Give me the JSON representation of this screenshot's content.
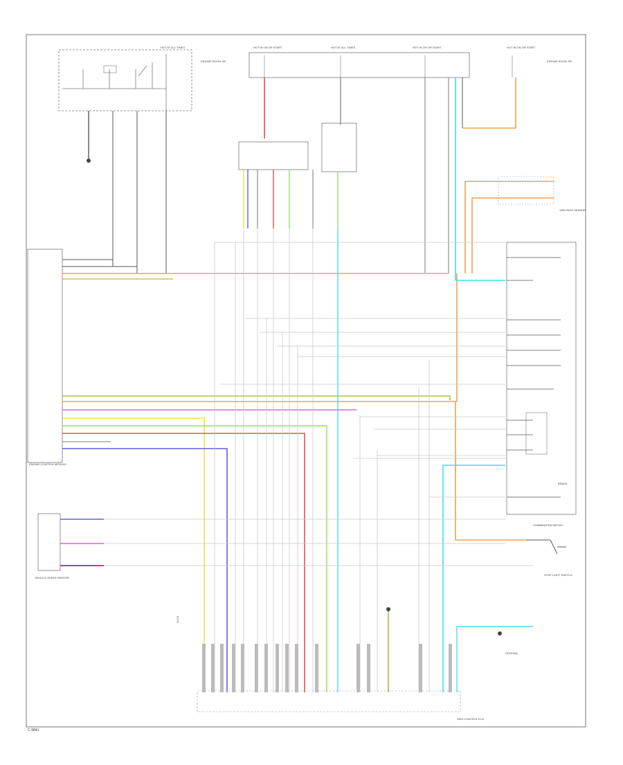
{
  "diagram": {
    "page_code": "C-9841",
    "wire_colors": {
      "orange": "#f0a050",
      "cyan": "#40e0e8",
      "yellow": "#e8e840",
      "green": "#90e060",
      "red": "#e05050",
      "blue": "#6060e0",
      "magenta": "#e060e0",
      "olive": "#b0c040",
      "lightgreen": "#80d080",
      "gray": "#9a9a9a",
      "black": "#444444"
    },
    "labels": {
      "top_fuse_1": "HOT AT ALL TIMES",
      "top_fuse_2": "HOT IN ON OR START",
      "top_fuse_3": "HOT AT ALL TIMES",
      "top_fuse_4": "HOT IN ON OR START",
      "top_fuse_5": "HOT IN ON OR START",
      "relay_box_left": "ENGINE ROOM J/B",
      "relay_box_right": "ENGINE ROOM J/B",
      "ecm_label": "ENGINE CONTROL MODULE",
      "sensor_label": "VEHICLE SPEED SENSOR",
      "gateway_label": "DLC3",
      "combination_meter": "COMBINATION METER",
      "ground_label": "GROUND",
      "stop_switch": "STOP LIGHT SWITCH",
      "brake_label": "BRAKE",
      "bottom_module": "SKID CONTROL ECU",
      "right_module": "YAW RATE SENSOR"
    }
  }
}
